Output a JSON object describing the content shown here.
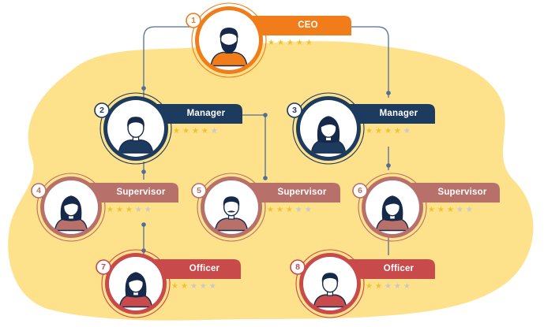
{
  "colors": {
    "ceo": "#f07d1a",
    "manager": "#1d3a5f",
    "supervisor": "#b8706a",
    "officer": "#c94a4a",
    "blob": "#fde18b",
    "connector": "#4f6f96"
  },
  "nodes": [
    {
      "id": "ceo",
      "number": "1",
      "role": "CEO",
      "level": "ceo",
      "rating": 5,
      "max_rating": 5,
      "avatar": "bearded-man-avatar"
    },
    {
      "id": "manager-1",
      "number": "2",
      "role": "Manager",
      "level": "manager",
      "rating": 4,
      "max_rating": 5,
      "avatar": "man-avatar"
    },
    {
      "id": "manager-2",
      "number": "3",
      "role": "Manager",
      "level": "manager",
      "rating": 4,
      "max_rating": 5,
      "avatar": "woman-avatar"
    },
    {
      "id": "supervisor-1",
      "number": "4",
      "role": "Supervisor",
      "level": "supervisor",
      "rating": 3,
      "max_rating": 5,
      "avatar": "woman-avatar"
    },
    {
      "id": "supervisor-2",
      "number": "5",
      "role": "Supervisor",
      "level": "supervisor",
      "rating": 3,
      "max_rating": 5,
      "avatar": "mustache-man-avatar"
    },
    {
      "id": "supervisor-3",
      "number": "6",
      "role": "Supervisor",
      "level": "supervisor",
      "rating": 3,
      "max_rating": 5,
      "avatar": "woman-avatar"
    },
    {
      "id": "officer-1",
      "number": "7",
      "role": "Officer",
      "level": "officer",
      "rating": 2,
      "max_rating": 5,
      "avatar": "woman-avatar"
    },
    {
      "id": "officer-2",
      "number": "8",
      "role": "Officer",
      "level": "officer",
      "rating": 2,
      "max_rating": 5,
      "avatar": "man-avatar"
    }
  ],
  "edges": [
    [
      "ceo",
      "manager-1"
    ],
    [
      "ceo",
      "manager-2"
    ],
    [
      "manager-1",
      "supervisor-1"
    ],
    [
      "manager-1",
      "supervisor-2"
    ],
    [
      "manager-2",
      "supervisor-3"
    ],
    [
      "supervisor-1",
      "officer-1"
    ],
    [
      "supervisor-3",
      "officer-2"
    ]
  ]
}
